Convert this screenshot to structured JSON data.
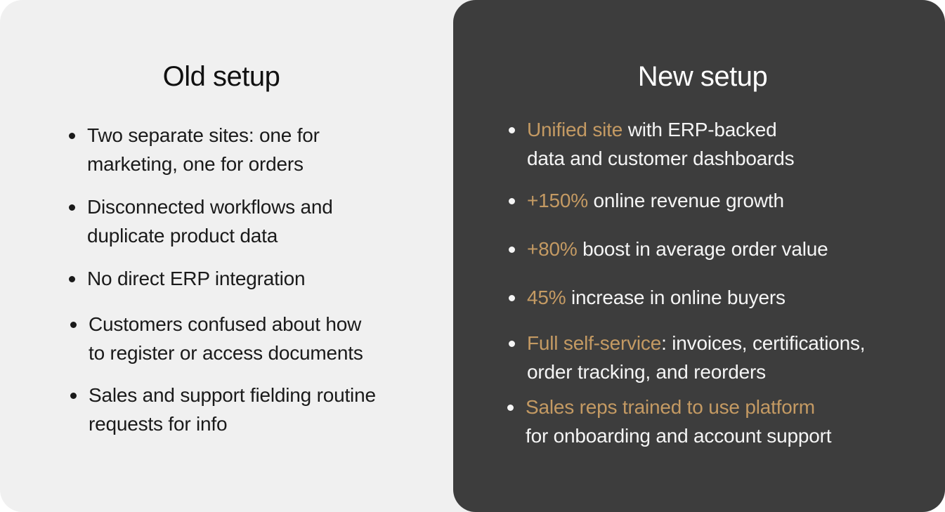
{
  "old_setup": {
    "title": "Old setup",
    "items": [
      {
        "line1": "Two separate sites: one for",
        "line2": "marketing, one for orders"
      },
      {
        "line1": "Disconnected workflows and",
        "line2": "duplicate product data"
      },
      {
        "line1": "No direct ERP integration",
        "line2": ""
      },
      {
        "line1": "Customers confused about how",
        "line2": "to register or access documents"
      },
      {
        "line1": "Sales and support fielding routine",
        "line2": "requests for info"
      }
    ]
  },
  "new_setup": {
    "title": "New setup",
    "items": [
      {
        "highlight": "Unified site",
        "rest": " with ERP-backed",
        "line2": "data and customer dashboards"
      },
      {
        "highlight": "+150%",
        "rest": " online revenue growth",
        "line2": ""
      },
      {
        "highlight": "+80%",
        "rest": " boost in average order value",
        "line2": ""
      },
      {
        "highlight": "45%",
        "rest": " increase in online buyers",
        "line2": ""
      },
      {
        "highlight": "Full self-service",
        "rest": ": invoices, certifications,",
        "line2": "order tracking, and reorders"
      },
      {
        "highlight": "Sales reps trained to use platform",
        "rest": "",
        "line2": "for onboarding and account support"
      }
    ]
  },
  "colors": {
    "old_panel_bg": "#f0f0f0",
    "new_panel_bg": "#3d3d3d",
    "highlight": "#c49a63",
    "dark_text": "#1a1a1a",
    "light_text": "#f5f5f5"
  }
}
